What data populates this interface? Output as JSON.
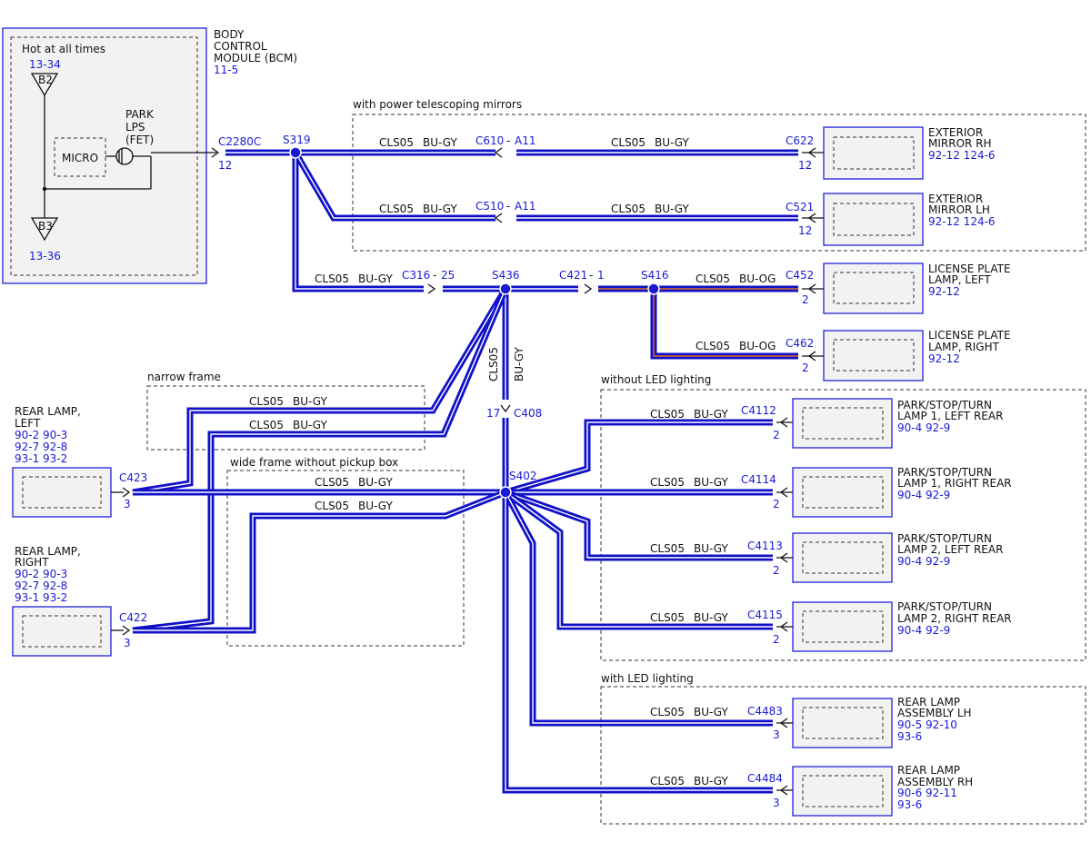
{
  "colors": {
    "wire": "#1010c8",
    "wire_stripe": "#ffffff",
    "og_stripe": "#e07020",
    "label_blue": "#1a1ad6",
    "box_fill": "#f2f2f2"
  },
  "bcm": {
    "title_lines": [
      "BODY",
      "CONTROL",
      "MODULE (BCM)"
    ],
    "ref": "11-5",
    "hot": "Hot at all times",
    "b2_ref": "13-34",
    "b2": "B2",
    "b3_ref": "13-36",
    "b3": "B3",
    "micro": "MICRO",
    "park_lines": [
      "PARK",
      "LPS",
      "(FET)"
    ],
    "connector": "C2280C",
    "pin": "12"
  },
  "splices": [
    "S319",
    "S436",
    "S416",
    "S402"
  ],
  "regions": {
    "mirrors": "with power telescoping mirrors",
    "narrow": "narrow frame",
    "wide": "wide frame without pickup box",
    "no_led": "without LED lighting",
    "led": "with LED lighting"
  },
  "inline": {
    "c610": "C610",
    "c610_pin": "A11",
    "c510": "C510",
    "c510_pin": "A11",
    "c316": "C316",
    "c316_pin": "25",
    "c421": "C421",
    "c421_pin": "1",
    "c408": "C408",
    "c408_pin": "17",
    "sep": "-"
  },
  "wire": {
    "circuit": "CLS05",
    "bu_gy": "BU-GY",
    "bu_og": "BU-OG"
  },
  "components": {
    "mirror_rh": {
      "lines": [
        "EXTERIOR",
        "MIRROR RH"
      ],
      "refs": "92-12 124-6",
      "conn": "C622",
      "pin": "12"
    },
    "mirror_lh": {
      "lines": [
        "EXTERIOR",
        "MIRROR LH"
      ],
      "refs": "92-12 124-6",
      "conn": "C521",
      "pin": "12"
    },
    "lic_left": {
      "lines": [
        "LICENSE PLATE",
        "LAMP, LEFT"
      ],
      "refs": "92-12",
      "conn": "C452",
      "pin": "2"
    },
    "lic_right": {
      "lines": [
        "LICENSE PLATE",
        "LAMP, RIGHT"
      ],
      "refs": "92-12",
      "conn": "C462",
      "pin": "2"
    },
    "pst1_l": {
      "lines": [
        "PARK/STOP/TURN",
        "LAMP 1, LEFT REAR"
      ],
      "refs": "90-4  92-9",
      "conn": "C4112",
      "pin": "2"
    },
    "pst1_r": {
      "lines": [
        "PARK/STOP/TURN",
        "LAMP 1, RIGHT REAR"
      ],
      "refs": "90-4  92-9",
      "conn": "C4114",
      "pin": "2"
    },
    "pst2_l": {
      "lines": [
        "PARK/STOP/TURN",
        "LAMP 2, LEFT REAR"
      ],
      "refs": "90-4  92-9",
      "conn": "C4113",
      "pin": "2"
    },
    "pst2_r": {
      "lines": [
        "PARK/STOP/TURN",
        "LAMP 2, RIGHT REAR"
      ],
      "refs": "90-4  92-9",
      "conn": "C4115",
      "pin": "2"
    },
    "ra_lh": {
      "lines": [
        "REAR LAMP",
        "ASSEMBLY LH"
      ],
      "refs": [
        "90-5  92-10",
        "93-6"
      ],
      "conn": "C4483",
      "pin": "3"
    },
    "ra_rh": {
      "lines": [
        "REAR LAMP",
        "ASSEMBLY RH"
      ],
      "refs": [
        "90-6  92-11",
        "93-6"
      ],
      "conn": "C4484",
      "pin": "3"
    },
    "rl_left": {
      "lines": [
        "REAR LAMP,",
        "LEFT"
      ],
      "refs": [
        "90-2  90-3",
        "92-7  92-8",
        "93-1  93-2"
      ],
      "conn": "C423",
      "pin": "3"
    },
    "rl_right": {
      "lines": [
        "REAR LAMP,",
        "RIGHT"
      ],
      "refs": [
        "90-2  90-3",
        "92-7  92-8",
        "93-1  93-2"
      ],
      "conn": "C422",
      "pin": "3"
    }
  }
}
